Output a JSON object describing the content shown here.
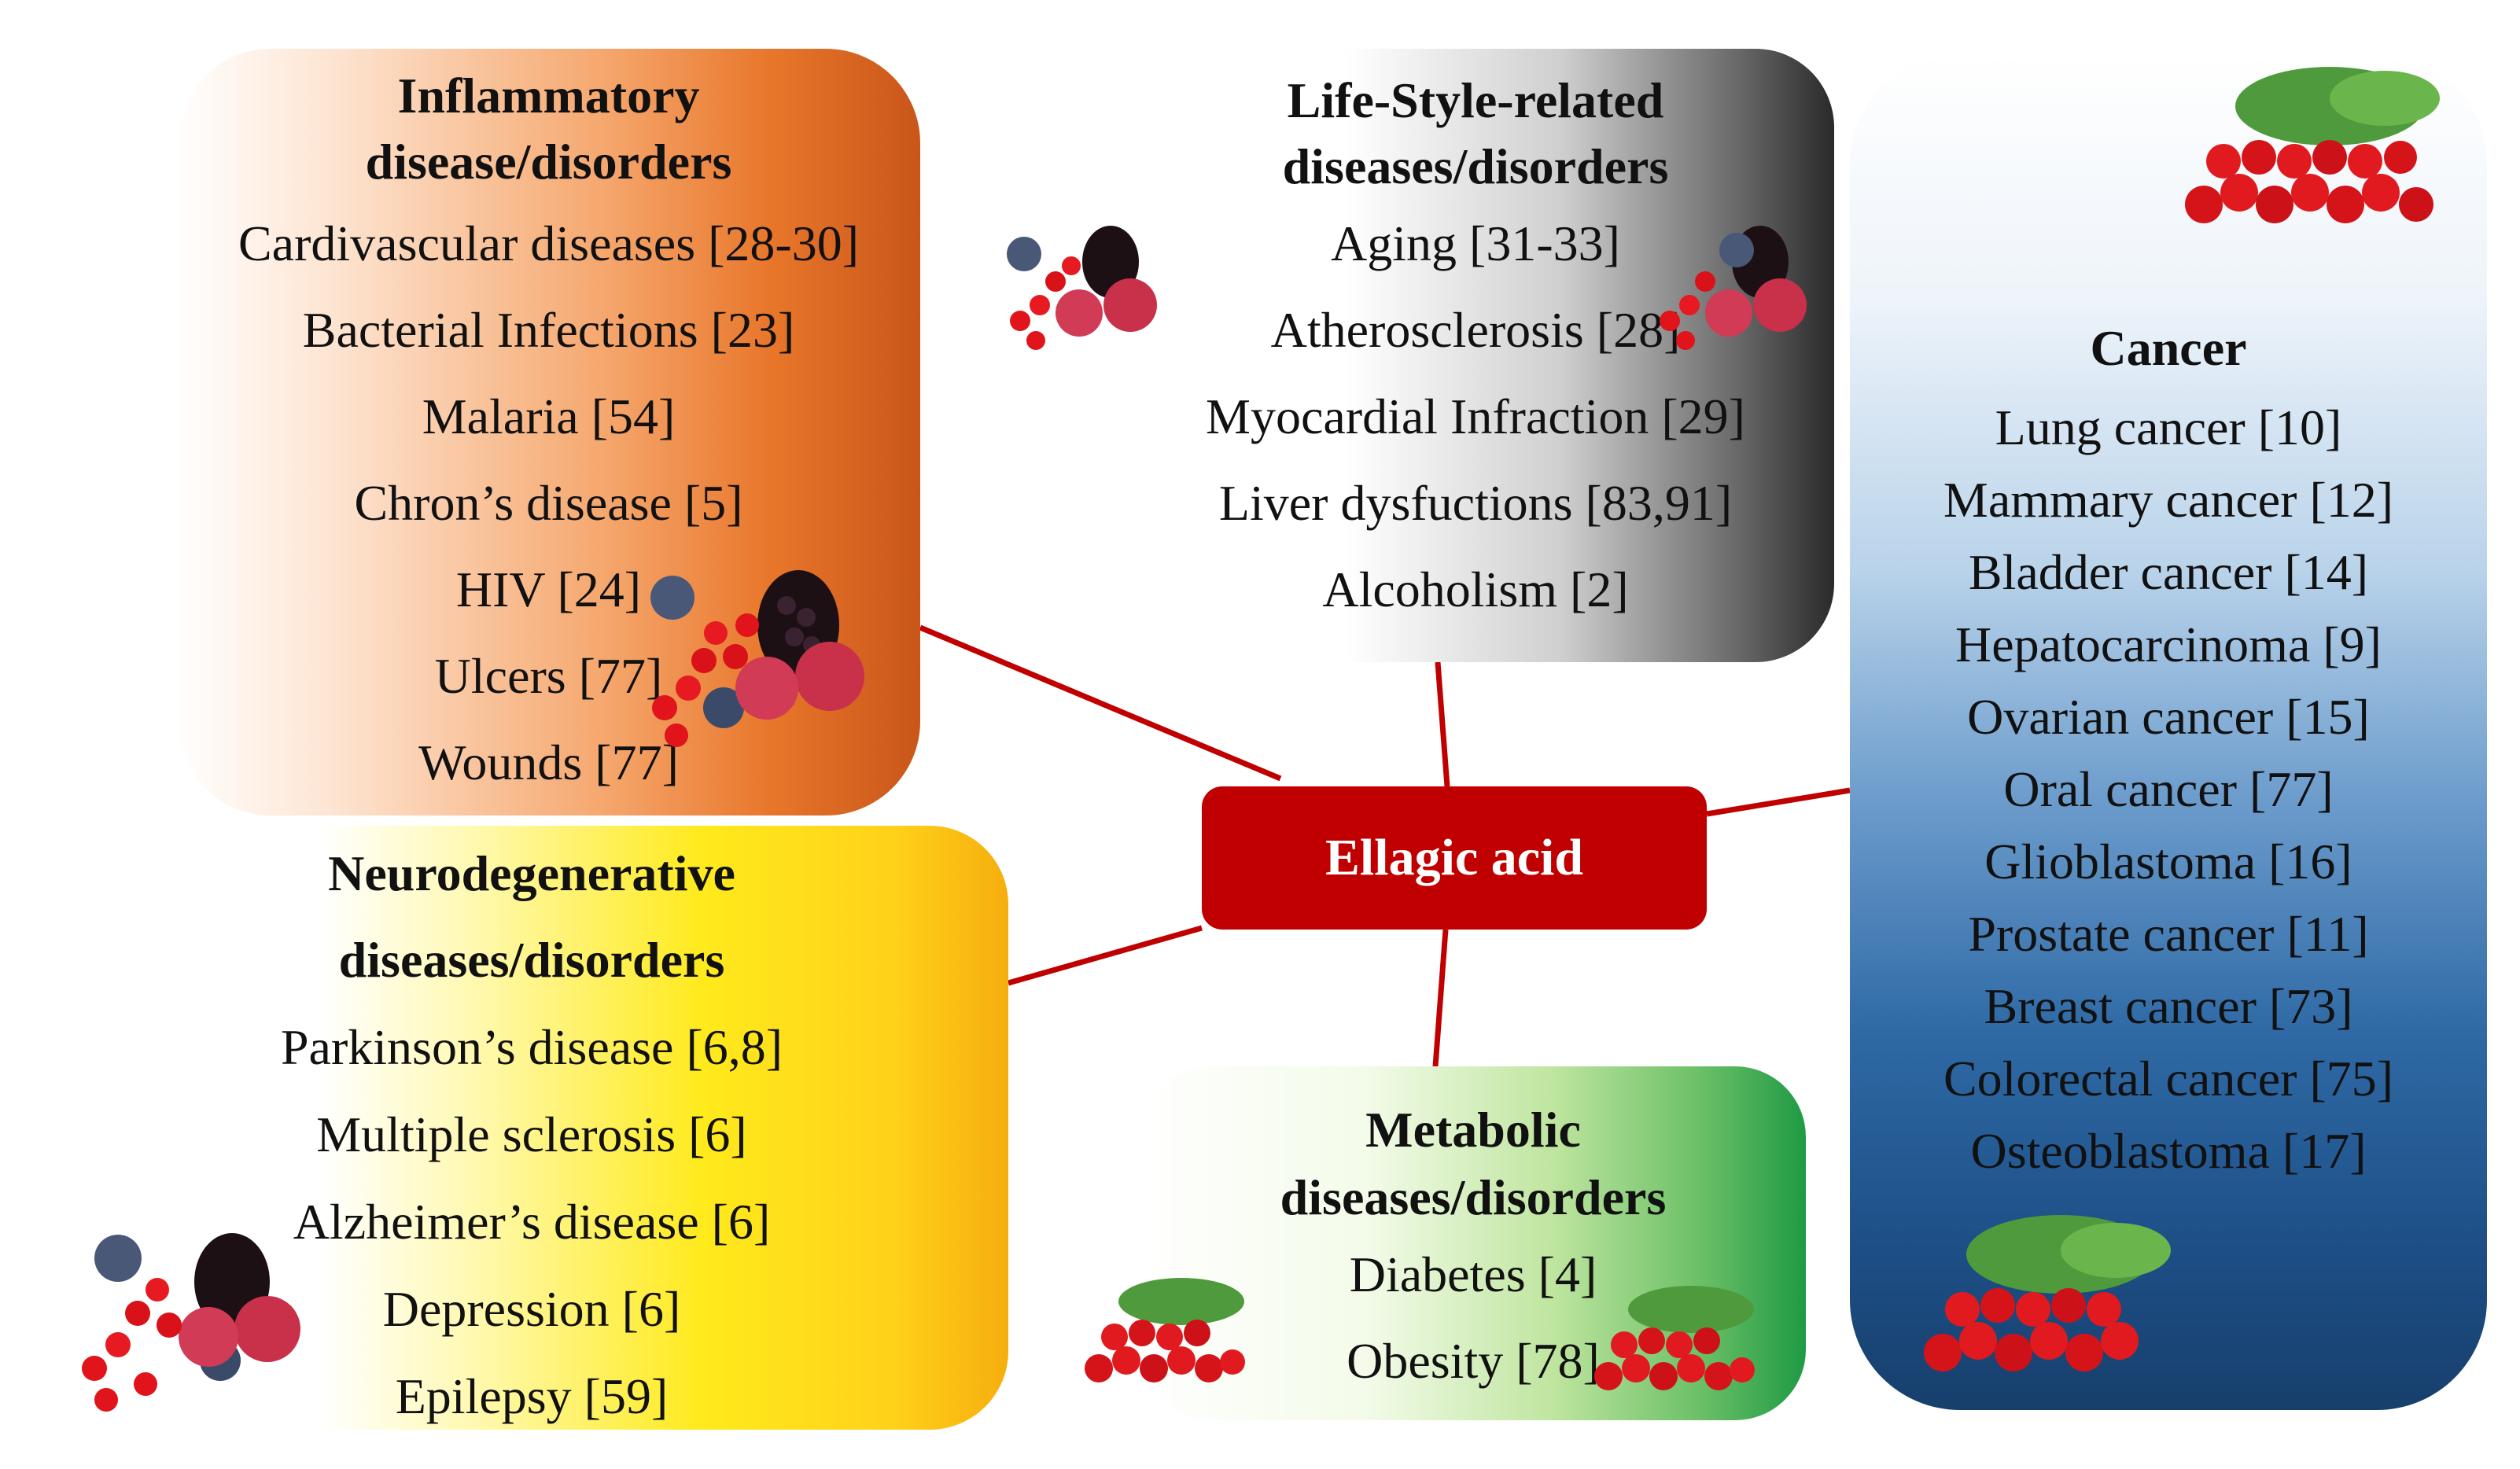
{
  "center": {
    "label": "Ellagic acid"
  },
  "inflammatory": {
    "title_line1": "Inflammatory",
    "title_line2": "disease/disorders",
    "items": [
      "Cardivascular diseases [28-30]",
      "Bacterial Infections [23]",
      "Malaria [54]",
      "Chron’s disease [5]",
      "HIV [24]",
      "Ulcers [77]",
      "Wounds [77]"
    ]
  },
  "lifestyle": {
    "title_line1": "Life-Style-related",
    "title_line2": "diseases/disorders",
    "items": [
      "Aging [31-33]",
      "Atherosclerosis [28]",
      "Myocardial Infraction [29]",
      "Liver dysfuctions [83,91]",
      "Alcoholism [2]"
    ]
  },
  "cancer": {
    "title": "Cancer",
    "items": [
      "Lung cancer [10]",
      "Mammary cancer [12]",
      "Bladder cancer [14]",
      "Hepatocarcinoma [9]",
      "Ovarian cancer [15]",
      "Oral cancer [77]",
      "Glioblastoma [16]",
      "Prostate cancer [11]",
      "Breast cancer [73]",
      "Colorectal cancer [75]",
      "Osteoblastoma [17]"
    ]
  },
  "neuro": {
    "title_line1": "Neurodegenerative",
    "title_line2": "diseases/disorders",
    "items": [
      "Parkinson’s disease [6,8]",
      "Multiple sclerosis [6]",
      "Alzheimer’s disease [6]",
      "Depression [6]",
      "Epilepsy [59]"
    ]
  },
  "metabolic": {
    "title_line1": "Metabolic",
    "title_line2": "diseases/disorders",
    "items": [
      "Diabetes [4]",
      "Obesity [78]"
    ]
  },
  "colors": {
    "center": "#c00000",
    "connector": "#c00000",
    "inflammatory": "#c9561a",
    "lifestyle": "#2a2a2a",
    "cancer": "#1d4f86",
    "neuro": "#f6ae0e",
    "metabolic": "#1f9a44"
  }
}
